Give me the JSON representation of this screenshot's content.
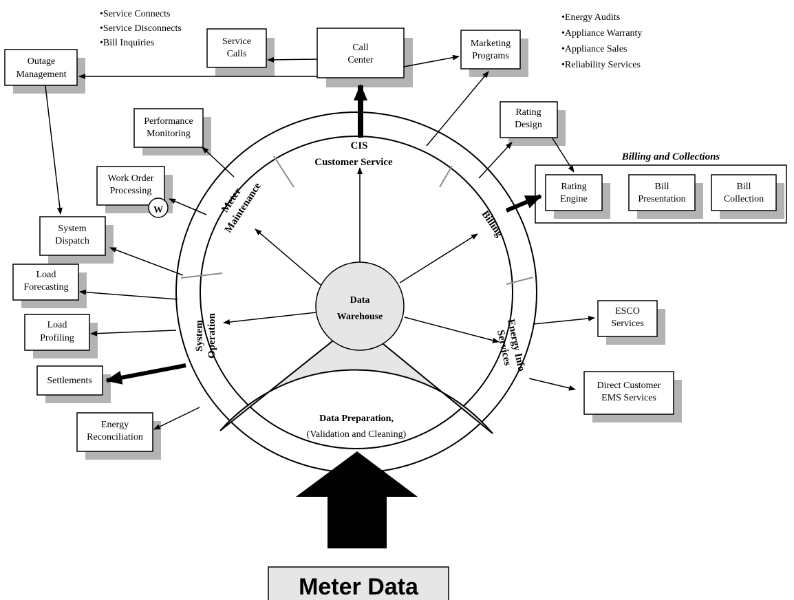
{
  "center": {
    "line1": "Data",
    "line2": "Warehouse",
    "color": "#e6e6e6"
  },
  "wedge": {
    "title": "Data Preparation,",
    "subtitle": "(Validation and Cleaning)"
  },
  "segments": {
    "cis_line1": "CIS",
    "cis_line2": "Customer Service",
    "meter_line1": "Meter",
    "meter_line2": "Maintenance",
    "billing": "Billing",
    "energy_line1": "Energy Info",
    "energy_line2": "Services",
    "system_line1": "System",
    "system_line2": "Operation"
  },
  "boxes": {
    "call_center": [
      "Call",
      "Center"
    ],
    "service_calls": [
      "Service",
      "Calls"
    ],
    "marketing": [
      "Marketing",
      "Programs"
    ],
    "outage": [
      "Outage",
      "Management"
    ],
    "performance": [
      "Performance",
      "Monitoring"
    ],
    "work_order": [
      "Work Order",
      "Processing"
    ],
    "system_dispatch": [
      "System",
      "Dispatch"
    ],
    "load_forecasting": [
      "Load",
      "Forecasting"
    ],
    "load_profiling": [
      "Load",
      "Profiling"
    ],
    "settlements": [
      "Settlements"
    ],
    "energy_reconciliation": [
      "Energy",
      "Reconciliation"
    ],
    "rating_design": [
      "Rating",
      "Design"
    ],
    "rating_engine": [
      "Rating",
      "Engine"
    ],
    "bill_presentation": [
      "Bill",
      "Presentation"
    ],
    "bill_collection": [
      "Bill",
      "Collection"
    ],
    "esco": [
      "ESCO",
      "Services"
    ],
    "direct_ems": [
      "Direct Customer",
      "EMS Services"
    ]
  },
  "billing_group_title": "Billing and Collections",
  "work_order_badge": "W",
  "service_notes": [
    "•Service Connects",
    "•Service Disconnects",
    "•Bill Inquiries"
  ],
  "marketing_notes": [
    "•Energy Audits",
    "•Appliance Warranty",
    "•Appliance Sales",
    "•Reliability Services"
  ],
  "meter_data": "Meter Data"
}
